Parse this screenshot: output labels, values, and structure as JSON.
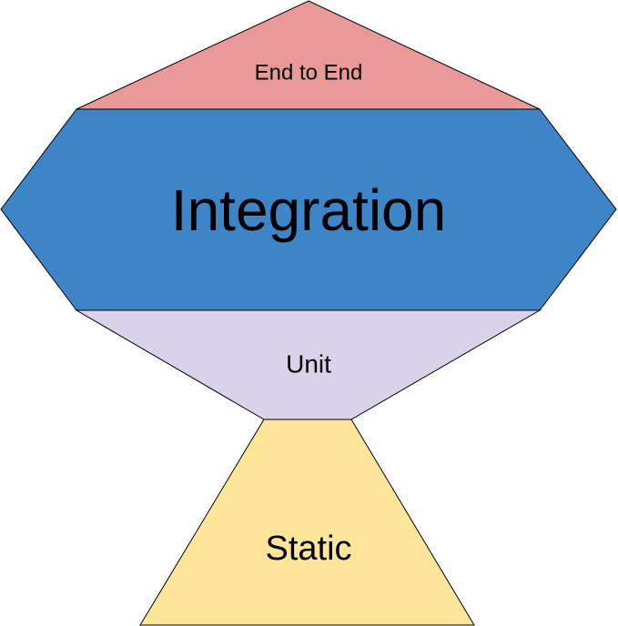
{
  "diagram": {
    "segments": {
      "end_to_end": {
        "label": "End to End",
        "color": "#ea9999"
      },
      "integration": {
        "label": "Integration",
        "color": "#3d85c6"
      },
      "unit": {
        "label": "Unit",
        "color": "#d9d2e9"
      },
      "static": {
        "label": "Static",
        "color": "#ffe599"
      }
    }
  }
}
